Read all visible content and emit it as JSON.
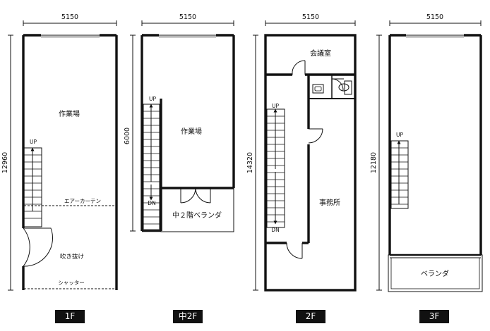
{
  "floors": [
    {
      "id": "1f",
      "label": "1F",
      "width_dim": "5150",
      "depth_dim": "12960",
      "stair_label": "UP",
      "rooms": [
        "作業場",
        "吹き抜け"
      ],
      "notes": [
        "エアーカーテン",
        "シャッター"
      ]
    },
    {
      "id": "mezzanine",
      "label": "中2F",
      "width_dim": "5150",
      "depth_dim": "6000",
      "stair_labels": [
        "UP",
        "DN"
      ],
      "rooms": [
        "作業場",
        "中２階ベランダ"
      ]
    },
    {
      "id": "2f",
      "label": "2F",
      "width_dim": "5150",
      "depth_dim": "14320",
      "stair_labels": [
        "UP",
        "DN"
      ],
      "rooms": [
        "会議室",
        "事務所"
      ]
    },
    {
      "id": "3f",
      "label": "3F",
      "width_dim": "5150",
      "depth_dim": "12180",
      "stair_label": "UP",
      "rooms": [
        "ベランダ"
      ]
    }
  ]
}
